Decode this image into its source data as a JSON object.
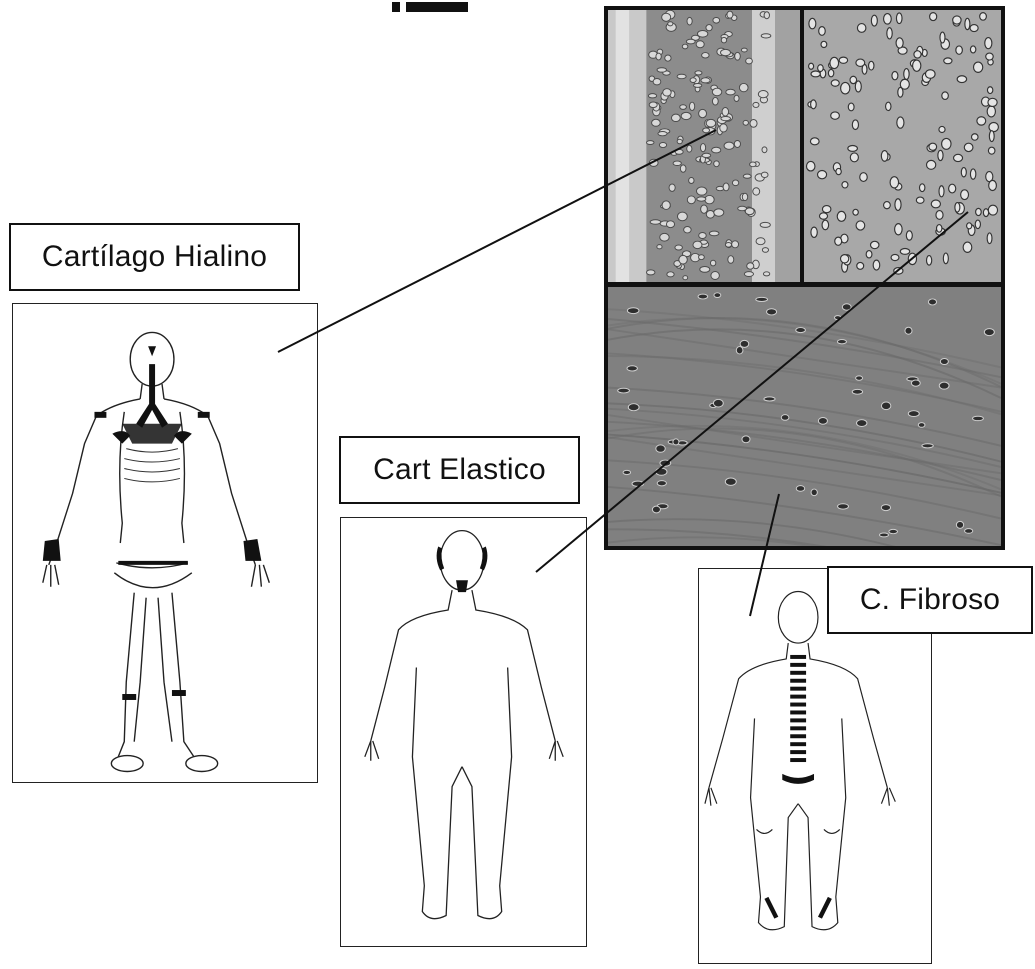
{
  "labels": {
    "hyaline": "Cartílago Hialino",
    "elastic": "Cart Elastico",
    "fibrous": "C. Fibroso"
  },
  "colors": {
    "line": "#111111",
    "micrograph_dark": "#3a3a3a",
    "micrograph_mid": "#7a7a7a",
    "micrograph_light": "#d6d6d6"
  },
  "icons": [
    "skeleton-figure",
    "ear-larynx-figure",
    "spine-knee-figure",
    "hyaline-micrograph",
    "elastic-micrograph",
    "fibrous-micrograph"
  ]
}
